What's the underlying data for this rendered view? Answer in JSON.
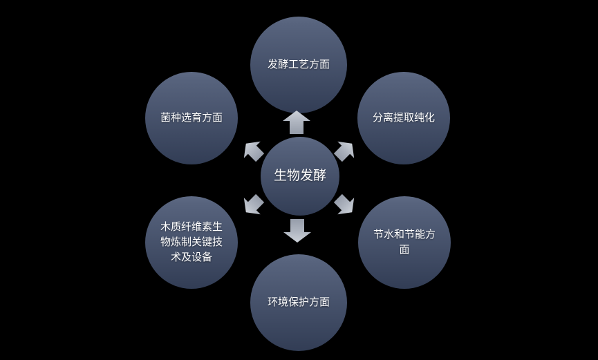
{
  "diagram": {
    "type": "radial-diverging",
    "background_color": "#000000",
    "center": {
      "label": "生物发酵"
    },
    "nodes": [
      {
        "id": "fermentation-process",
        "label": "发酵工艺方面",
        "position": "top"
      },
      {
        "id": "strain-selection",
        "label": "菌种选育方面",
        "position": "top-left"
      },
      {
        "id": "separation-purification",
        "label": "分离提取纯化",
        "position": "top-right"
      },
      {
        "id": "lignocellulose-biorefinery",
        "label": "木质纤维素生物炼制关键技术及设备",
        "position": "bottom-left"
      },
      {
        "id": "water-energy-saving",
        "label": "节水和节能方面",
        "position": "bottom-right"
      },
      {
        "id": "environment-protection",
        "label": "环境保护方面",
        "position": "bottom"
      }
    ],
    "arrows": [
      {
        "name": "arrow-up-icon",
        "direction": "up"
      },
      {
        "name": "arrow-up-left-icon",
        "direction": "up-left"
      },
      {
        "name": "arrow-up-right-icon",
        "direction": "up-right"
      },
      {
        "name": "arrow-down-left-icon",
        "direction": "down-left"
      },
      {
        "name": "arrow-down-right-icon",
        "direction": "down-right"
      },
      {
        "name": "arrow-down-icon",
        "direction": "down"
      }
    ],
    "colors": {
      "circle_gradient_top": "#5e6a84",
      "circle_gradient_bottom": "#323d55",
      "arrow_gradient_top": "#c6cbd3",
      "arrow_gradient_bottom": "#99a0ac",
      "text": "#ffffff"
    }
  }
}
